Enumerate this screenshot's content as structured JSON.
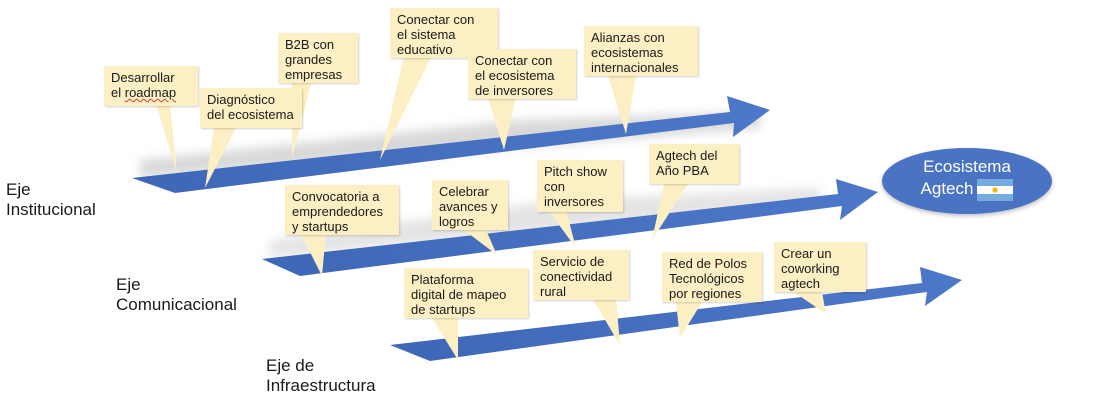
{
  "axes": {
    "institucional": "Eje\nInstitucional",
    "comunicacional": "Eje\nComunicacional",
    "infraestructura": "Eje de\nInfraestructura"
  },
  "goal": {
    "line1": "Ecosistema",
    "line2": "Agtech"
  },
  "notes": {
    "institucional": [
      {
        "text_a": "Desarrollar\nel ",
        "text_b": "roadmap"
      },
      {
        "text": "Diagnóstico\ndel ecosistema"
      },
      {
        "text": "B2B con\ngrandes\nempresas"
      },
      {
        "text": "Conectar con\nel sistema\neducativo"
      },
      {
        "text": "Conectar con\nel ecosistema\nde inversores"
      },
      {
        "text": "Alianzas con\necosistemas\ninternacionales"
      }
    ],
    "comunicacional": [
      {
        "text": "Convocatoria a\nemprendedores\ny startups"
      },
      {
        "text": "Celebrar\navances y\nlogros"
      },
      {
        "text": "Pitch show\ncon\ninversores"
      },
      {
        "text": "Agtech del\nAño PBA"
      }
    ],
    "infraestructura": [
      {
        "text": "Plataforma\ndigital de mapeo\nde startups"
      },
      {
        "text": "Servicio de\nconectividad\nrural"
      },
      {
        "text": "Red de Polos\nTecnológicos\npor regiones"
      },
      {
        "text": "Crear un\ncoworking\nagtech"
      }
    ]
  },
  "colors": {
    "arrow": "#4a73c4",
    "note": "#fdefc4",
    "goal": "#4a73c4"
  }
}
